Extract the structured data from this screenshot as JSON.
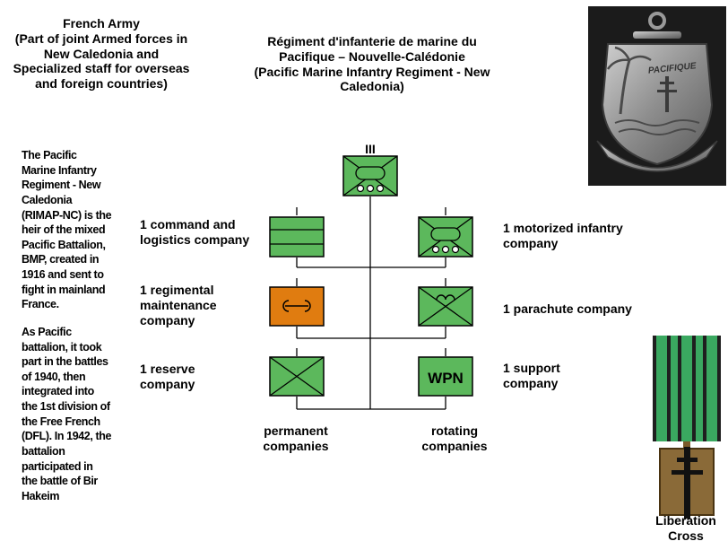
{
  "title_left": "French Army\n(Part of joint Armed forces in\nNew Caledonia and\nSpecialized staff for overseas\nand foreign countries)",
  "title_center": "Régiment d'infanterie de marine du\nPacifique – Nouvelle-Calédonie\n(Pacific Marine Infantry Regiment - New\nCaledonia)",
  "history": {
    "paragraph1": "The Pacific\nMarine Infantry\nRegiment - New\nCaledonia\n(RIMAP-NC) is the\nheir of the mixed\nPacific Battalion,\nBMP, created in\n1916 and sent to\nfight in mainland\nFrance.",
    "paragraph2": "As Pacific\nbattalion, it took\npart in the battles\nof 1940, then\nintegrated into\nthe 1st division of\nthe Free French\n(DFL). In 1942, the\nbattalion\nparticipated in\nthe battle of Bir\nHakeim"
  },
  "org": {
    "hq_echelon": "III",
    "units": {
      "command_logistics": "1 command and\nlogistics company",
      "motorized_infantry": "1 motorized infantry\ncompany",
      "regimental_maintenance": "1 regimental\nmaintenance\ncompany",
      "parachute": "1 parachute company",
      "reserve": "1 reserve\ncompany",
      "support": "1 support\ncompany"
    },
    "support_symbol_text": "WPN",
    "group_labels": {
      "permanent": "permanent\ncompanies",
      "rotating": "rotating\ncompanies"
    }
  },
  "badge_text": "PACIFIQUE",
  "medal_caption": "Liberation\nCross",
  "colors": {
    "unit_green": "#5cb85c",
    "maintenance_orange": "#e07c10",
    "badge_metal": "#9a9a9a"
  }
}
